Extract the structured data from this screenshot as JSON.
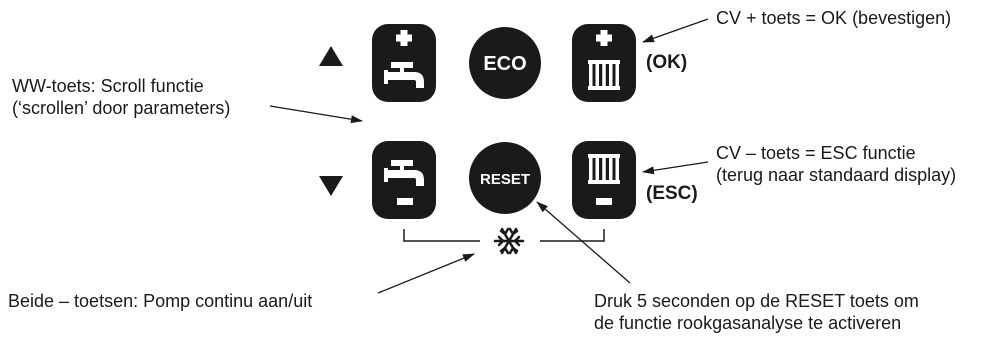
{
  "buttons": {
    "eco_label": "ECO",
    "reset_label": "RESET"
  },
  "labels": {
    "ok_key": "(OK)",
    "esc_key": "(ESC)"
  },
  "annotations": {
    "cv_plus": "CV + toets = OK (bevestigen)",
    "ww_line1": "WW-toets: Scroll functie",
    "ww_line2": "(‘scrollen’ door parameters)",
    "cv_minus_line1": "CV – toets = ESC functie",
    "cv_minus_line2": "(terug naar standaard display)",
    "both_keys": "Beide – toetsen: Pomp continu aan/uit",
    "reset_line1": "Druk 5 seconden op de RESET toets om",
    "reset_line2": "de functie rookgasanalyse te activeren"
  },
  "icons": [
    "up-arrow-icon",
    "down-arrow-icon",
    "tap-icon",
    "radiator-icon",
    "snowflake-icon"
  ],
  "colors": {
    "button_fill": "#1a1a1a",
    "text": "#1a1a1a",
    "background": "#ffffff"
  }
}
